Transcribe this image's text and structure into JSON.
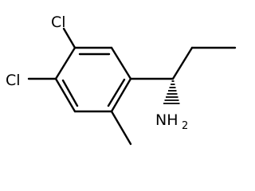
{
  "molecule": {
    "atoms": {
      "cl_top": "Cl",
      "cl_left": "Cl",
      "amine_main": "NH",
      "amine_sub": "2"
    }
  }
}
